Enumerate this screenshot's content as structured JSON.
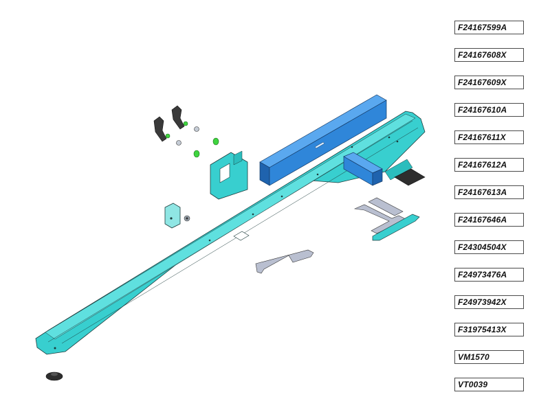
{
  "part_numbers": [
    "F24167599A",
    "F24167608X",
    "F24167609X",
    "F24167610A",
    "F24167611X",
    "F24167612A",
    "F24167613A",
    "F24167646A",
    "F24304504X",
    "F24973476A",
    "F24973942X",
    "F31975413X",
    "VM1570",
    "VT0039"
  ],
  "colors": {
    "rail": "#38cfcf",
    "rail_dark": "#1fa9ab",
    "blue_bar": "#2f86d9",
    "blue_bar_dark": "#1f63ae",
    "green_fitting": "#3fd43f",
    "grey_part": "#b9bfd0",
    "dark_pad": "#2e2e2e",
    "outline": "#1d3b3b"
  }
}
